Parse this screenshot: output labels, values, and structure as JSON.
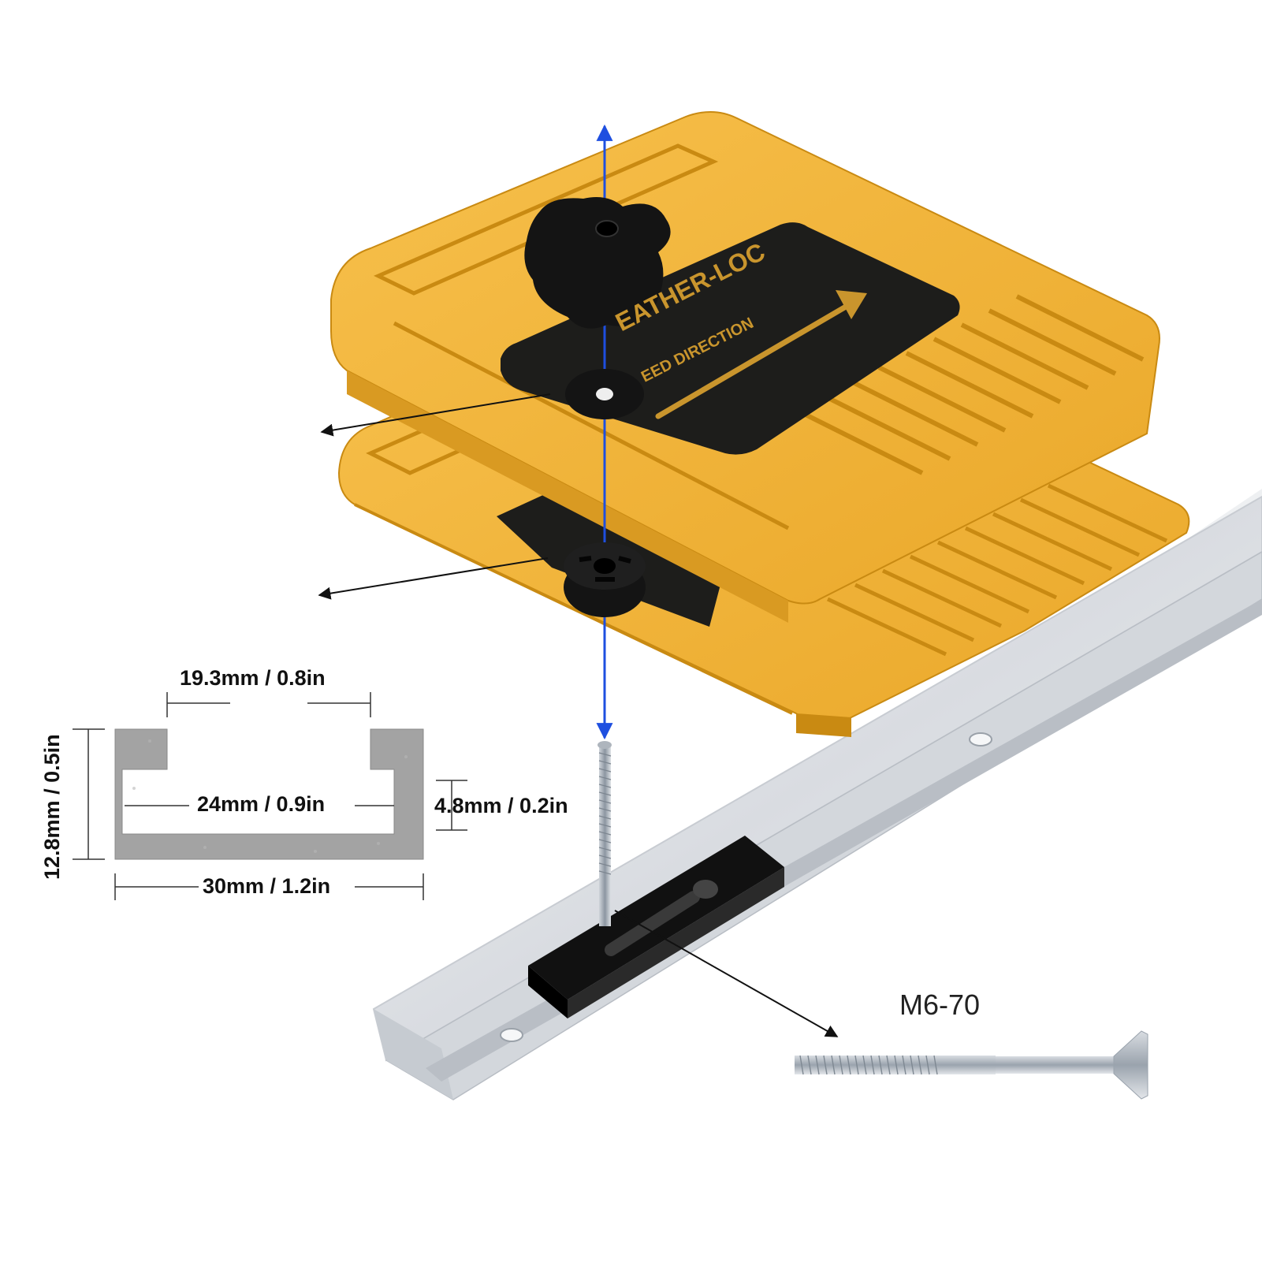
{
  "profile": {
    "top_opening": "19.3mm / 0.8in",
    "height": "12.8mm / 0.5in",
    "inner_width": "24mm / 0.9in",
    "lip_thickness": "4.8mm / 0.2in",
    "total_width": "30mm / 1.2in"
  },
  "featherboard": {
    "brand_text": "EATHER-LOC",
    "direction_text": "EED DIRECTION"
  },
  "screw": {
    "label": "M6-70"
  },
  "colors": {
    "featherboard": "#f2b436",
    "featherboard_edge": "#c98a12",
    "panel": "#1d1d1b",
    "panel_text": "#c9952d",
    "rail": "#e4e6ea",
    "knob": "#141414",
    "arrow": "#1e4fe0",
    "profile": "#a3a3a3"
  },
  "icons": [
    "knob-icon",
    "washer-icon",
    "t-bolt-icon",
    "slider-icon",
    "screw-icon"
  ]
}
